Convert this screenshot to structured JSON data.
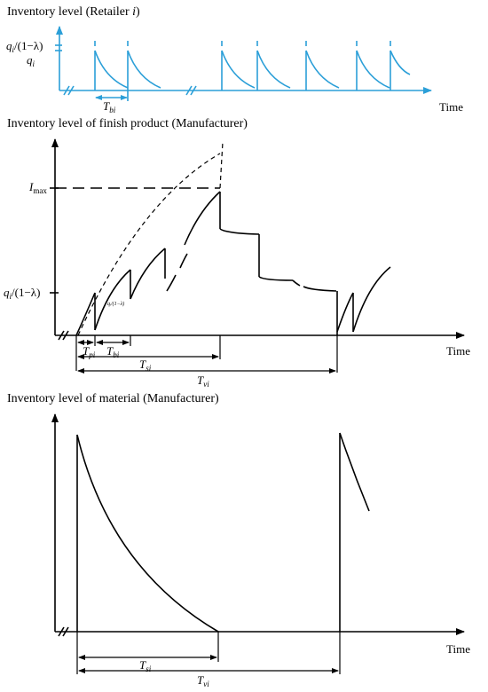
{
  "panel1": {
    "title": "Inventory level (Retailer ",
    "title_i": "i",
    "title_end": ")",
    "q_lambda_q": "q",
    "q_lambda_rest": "/(1−λ)",
    "q_sub": "i",
    "qi": "q",
    "Tbi_T": "T",
    "Tbi_sub": "bi",
    "time": "Time"
  },
  "panel2": {
    "title": "Inventory level of finish product (Manufacturer)",
    "imax_I": "I",
    "imax_sub": "max",
    "ql_q": "q",
    "ql_rest": "/(1−λ)",
    "ql_sub": "i",
    "small_label": "qᵢ/(1−λ)",
    "Tpi_T": "T",
    "Tpi_sub": "pi",
    "Tbi_T": "T",
    "Tbi_sub": "bi",
    "Tsi_T": "T",
    "Tsi_sub": "si",
    "Tvi_T": "T",
    "Tvi_sub": "vi",
    "time": "Time"
  },
  "panel3": {
    "title": "Inventory level of material (Manufacturer)",
    "Tsi_T": "T",
    "Tsi_sub": "si",
    "Tvi_T": "T",
    "Tvi_sub": "vi",
    "time": "Time"
  },
  "colors": {
    "retailer_line": "#2b9fd8",
    "manufacturer_line": "#000000"
  }
}
